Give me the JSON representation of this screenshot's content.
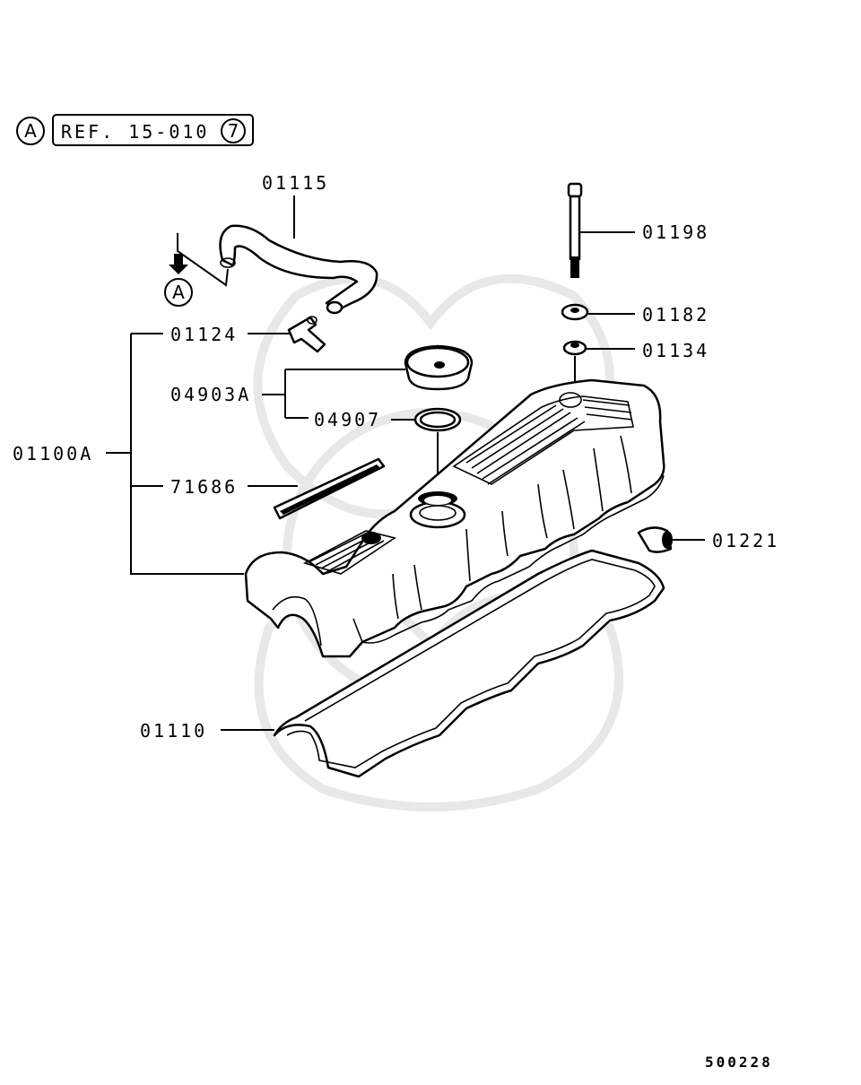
{
  "reference": {
    "circle_letter": "A",
    "ref_text": "REF. 15-010",
    "ref_circle_number": "7"
  },
  "connection_marker": {
    "letter": "A"
  },
  "callouts": [
    {
      "id": "01115",
      "label": "01115"
    },
    {
      "id": "01198",
      "label": "01198"
    },
    {
      "id": "01182",
      "label": "01182"
    },
    {
      "id": "01134",
      "label": "01134"
    },
    {
      "id": "01124",
      "label": "01124"
    },
    {
      "id": "04903A",
      "label": "04903A"
    },
    {
      "id": "04907",
      "label": "04907"
    },
    {
      "id": "01100A",
      "label": "01100A"
    },
    {
      "id": "71686",
      "label": "71686"
    },
    {
      "id": "01221",
      "label": "01221"
    },
    {
      "id": "01110",
      "label": "01110"
    }
  ],
  "diagram_number": "500228"
}
